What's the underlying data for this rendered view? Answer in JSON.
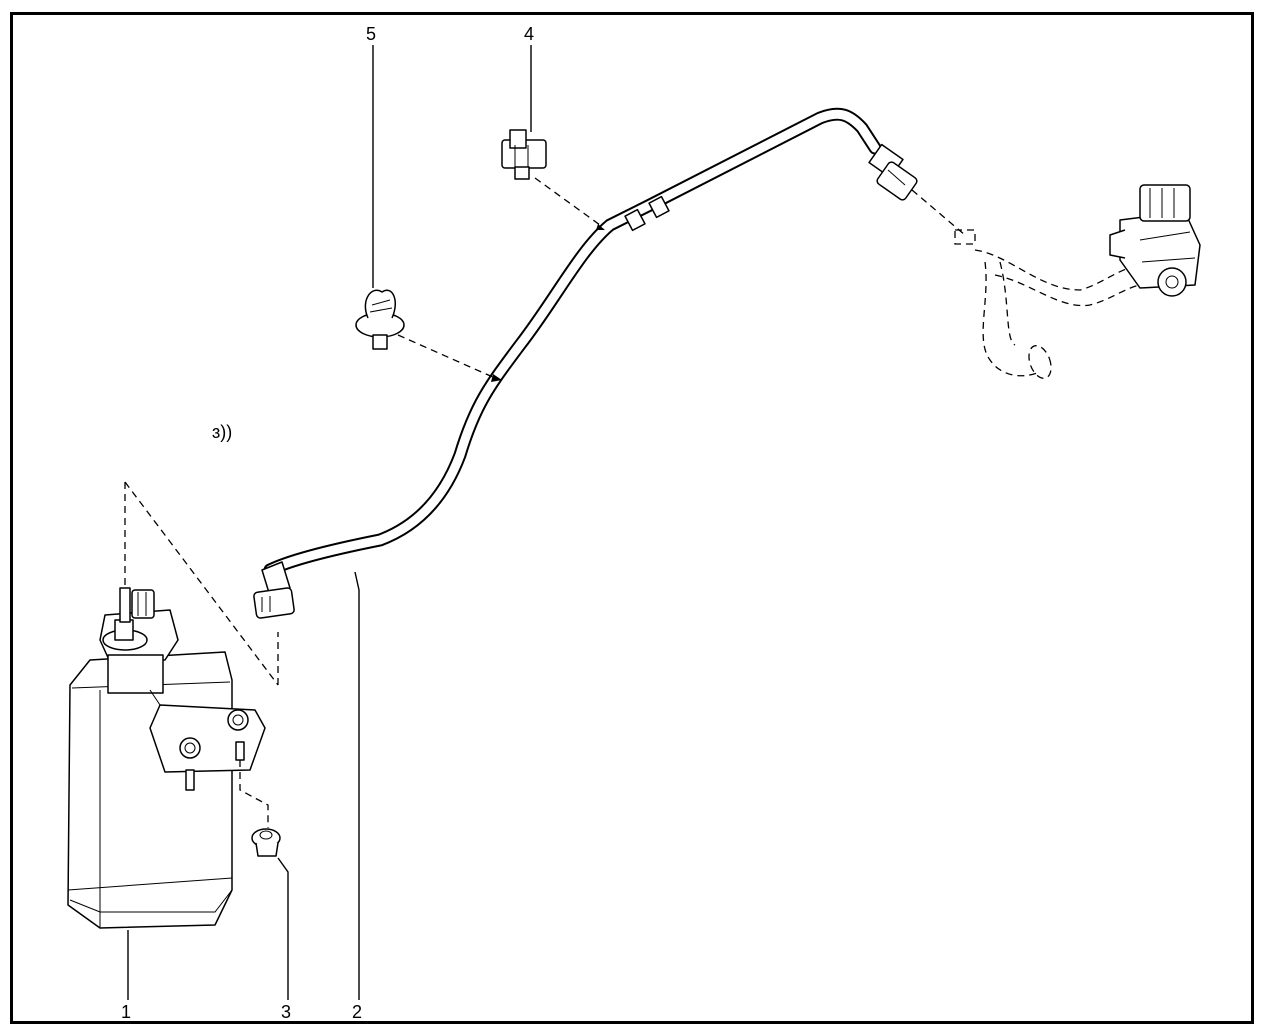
{
  "diagram": {
    "callouts": [
      {
        "id": "1",
        "label": "1"
      },
      {
        "id": "2",
        "label": "2"
      },
      {
        "id": "3",
        "label": "3"
      },
      {
        "id": "4",
        "label": "4"
      },
      {
        "id": "5",
        "label": "5"
      }
    ],
    "scribble": "ɜ))"
  }
}
